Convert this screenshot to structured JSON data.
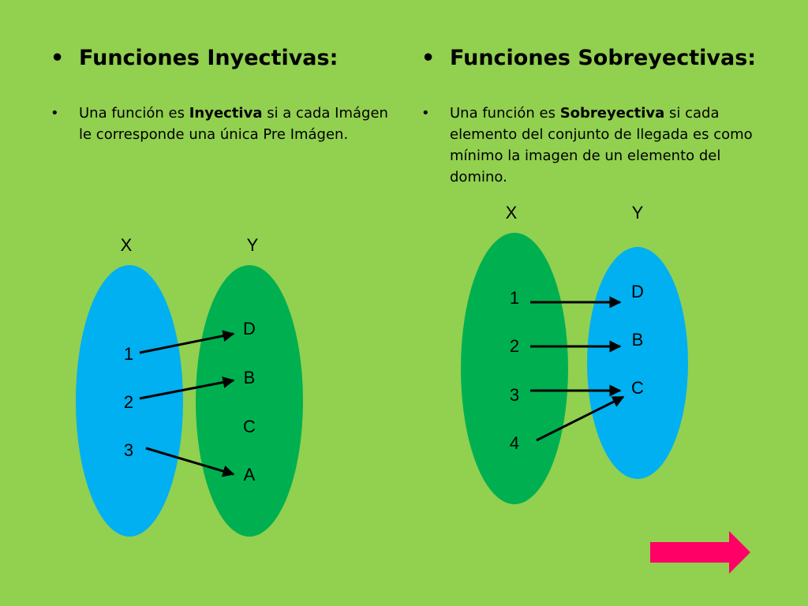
{
  "colors": {
    "background": "#92d050",
    "blue": "#00b0f0",
    "green": "#00b050",
    "arrow_button": "#ff0066"
  },
  "left": {
    "bullet": "•",
    "title": "Funciones Inyectivas:",
    "text_pre": "Una función es ",
    "text_bold": "Inyectiva",
    "text_post": " si a cada Imágen le corresponde una única Pre Imágen.",
    "diagram": {
      "set_x_label": "X",
      "set_y_label": "Y",
      "domain_items": [
        "1",
        "2",
        "3"
      ],
      "codomain_items": [
        "D",
        "B",
        "C",
        "A"
      ],
      "mappings": [
        [
          "1",
          "D"
        ],
        [
          "2",
          "B"
        ],
        [
          "3",
          "A"
        ]
      ]
    }
  },
  "right": {
    "bullet": "•",
    "title": "Funciones Sobreyectivas:",
    "text_pre": "Una función es ",
    "text_bold": "Sobreyectiva",
    "text_post": " si cada elemento del conjunto de llegada es como mínimo la imagen de un elemento del domino.",
    "diagram": {
      "set_x_label": "X",
      "set_y_label": "Y",
      "domain_items": [
        "1",
        "2",
        "3",
        "4"
      ],
      "codomain_items": [
        "D",
        "B",
        "C"
      ],
      "mappings": [
        [
          "1",
          "D"
        ],
        [
          "2",
          "B"
        ],
        [
          "3",
          "C"
        ],
        [
          "4",
          "C"
        ]
      ]
    }
  },
  "navigation": {
    "next_icon": "right-arrow-icon"
  }
}
